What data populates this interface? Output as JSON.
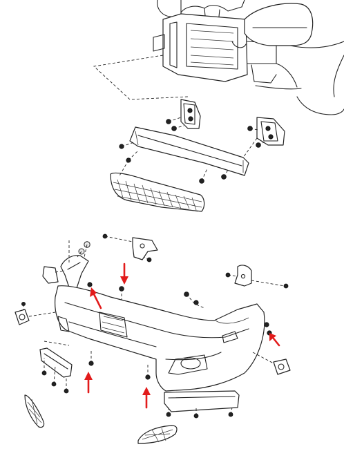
{
  "diagram": {
    "parts": [
      "engine-compartment",
      "radiator-support",
      "bumper-reinforcement",
      "reinforcement-bracket-left",
      "reinforcement-bracket-right",
      "upper-grille",
      "bumper-cover",
      "bumper-side-retainer-left",
      "bumper-side-retainer-right",
      "lower-molding-left",
      "lower-molding-right",
      "fog-light-cover-left",
      "fog-light-cover-right",
      "fog-lamp-left",
      "fog-lamp-right",
      "front-wheel-arch"
    ],
    "removal_arrows": [
      {
        "target": "upper-clip-center",
        "direction": "down"
      },
      {
        "target": "retainer-left",
        "direction": "up-left"
      },
      {
        "target": "lower-screw-left",
        "direction": "up"
      },
      {
        "target": "lower-screw-center",
        "direction": "up"
      },
      {
        "target": "side-screw-right",
        "direction": "up-left"
      }
    ],
    "colors": {
      "line": "#222222",
      "arrow": "#e21b1b",
      "background": "#ffffff"
    }
  }
}
